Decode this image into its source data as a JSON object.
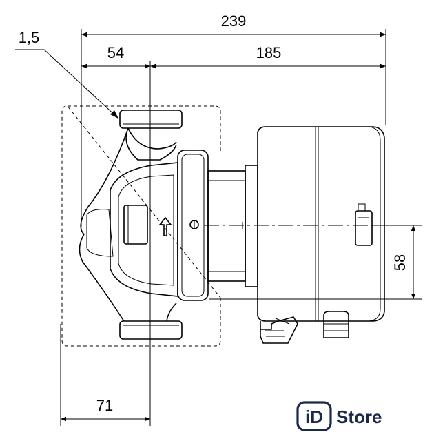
{
  "drawing": {
    "dimensions": {
      "overall_length": "239",
      "inlet_offset": "54",
      "motor_length": "185",
      "flange_thread": "1,5",
      "axis_height": "58",
      "base_offset": "71"
    },
    "brand": {
      "logo_mark": "iD",
      "logo_word": "Store",
      "color": "#1b2a4a"
    }
  }
}
